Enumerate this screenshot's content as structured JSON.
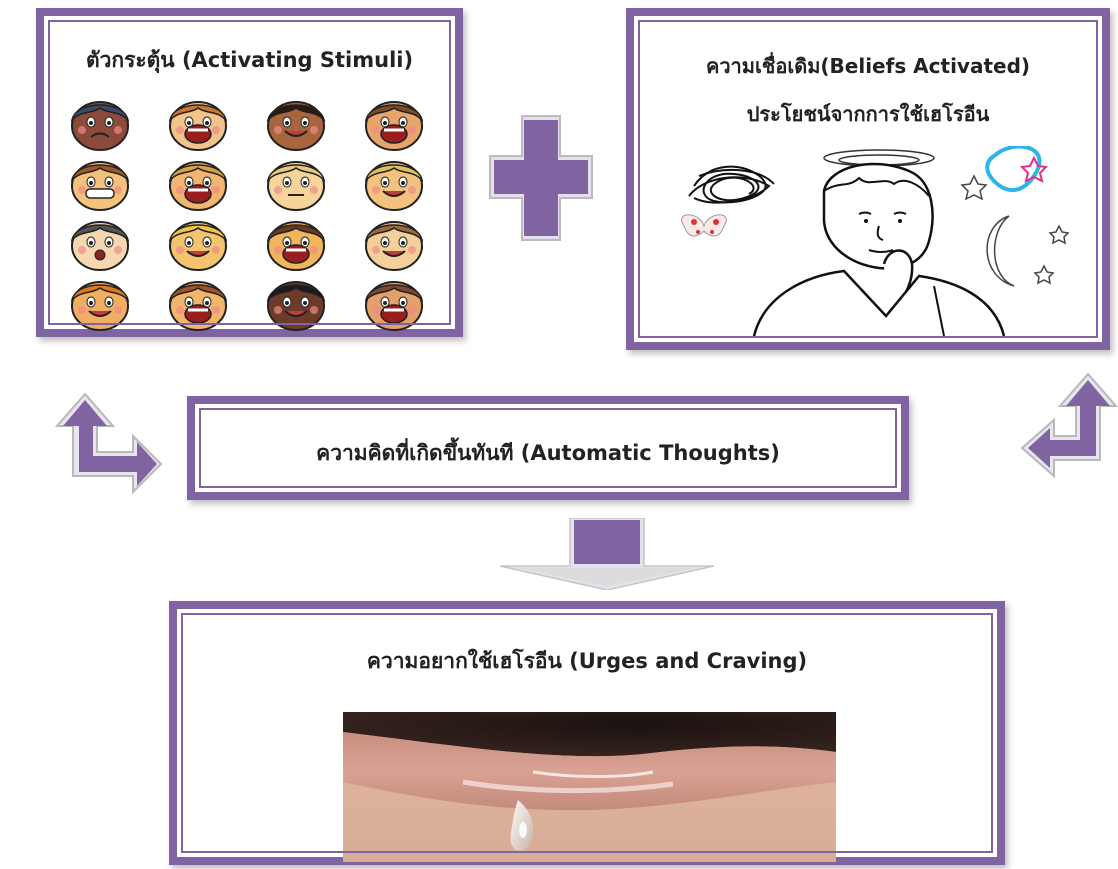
{
  "boxes": {
    "stimuli": {
      "title": "ตัวกระตุ้น (Activating Stimuli)"
    },
    "beliefs": {
      "title_line1": "ความเชื่อเดิม(Beliefs Activated)",
      "title_line2": "ประโยชน์จากการใช้เฮโรอีน"
    },
    "thoughts": {
      "title": "ความคิดที่เกิดขึ้นทันที (Automatic Thoughts)"
    },
    "craving": {
      "title": "ความอยากใช้เฮโรอีน (Urges and Craving)"
    }
  },
  "colors": {
    "frame": "#8064a2",
    "connector_fill": "#8064a2",
    "connector_light": "#c9bcd9",
    "text": "#222222"
  },
  "icons": [
    "plus-connector",
    "down-arrow",
    "left-up-arrow",
    "right-up-arrow",
    "cartoon-face",
    "thinking-man",
    "lips-droplet"
  ]
}
